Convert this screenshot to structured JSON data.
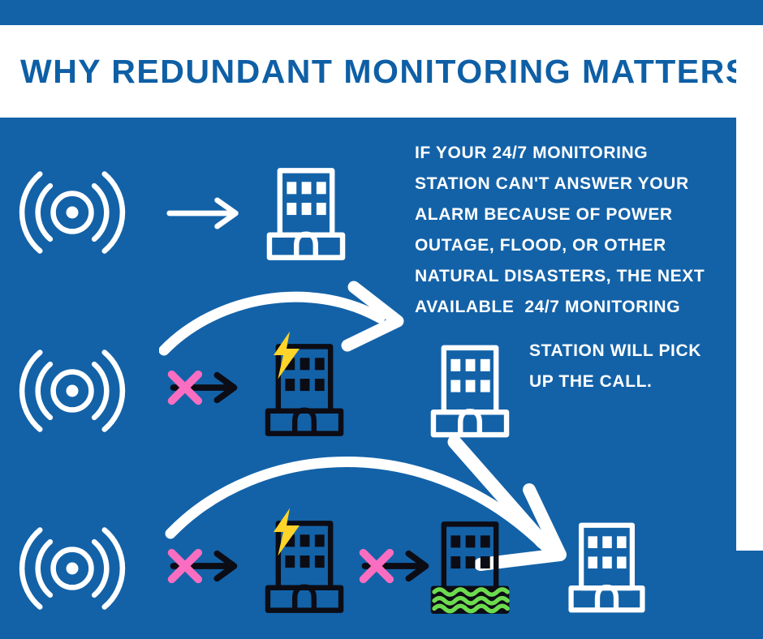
{
  "title": "WHY REDUNDANT MONITORING MATTERS",
  "description": {
    "lines": [
      "IF YOUR 24/7 MONITORING",
      "STATION CAN'T ANSWER YOUR",
      "ALARM BECAUSE OF POWER",
      "OUTAGE, FLOOD, OR OTHER",
      "NATURAL DISASTERS, THE NEXT",
      "AVAILABLE  24/7 MONITORING",
      "STATION WILL PICK",
      "UP THE CALL."
    ]
  },
  "icons": {
    "alarm": "alarm-signal-icon",
    "arrow": "right-arrow-icon",
    "blocked_arrow": "blocked-arrow-icon",
    "lightning": "lightning-bolt-icon",
    "station": "monitoring-station-building-icon",
    "flooded_station": "flooded-building-icon",
    "curved_arrow": "curved-brush-arrow-icon"
  },
  "colors": {
    "background": "#1362a8",
    "banner": "#ffffff",
    "title_text": "#0e5fa5",
    "body_text": "#ffffff",
    "cross_x": "#f96ec0",
    "lightning": "#ffd42a",
    "flood_waves": "#6ddb4f",
    "dark_icon": "#0c0c15",
    "light_icon": "#ffffff"
  }
}
